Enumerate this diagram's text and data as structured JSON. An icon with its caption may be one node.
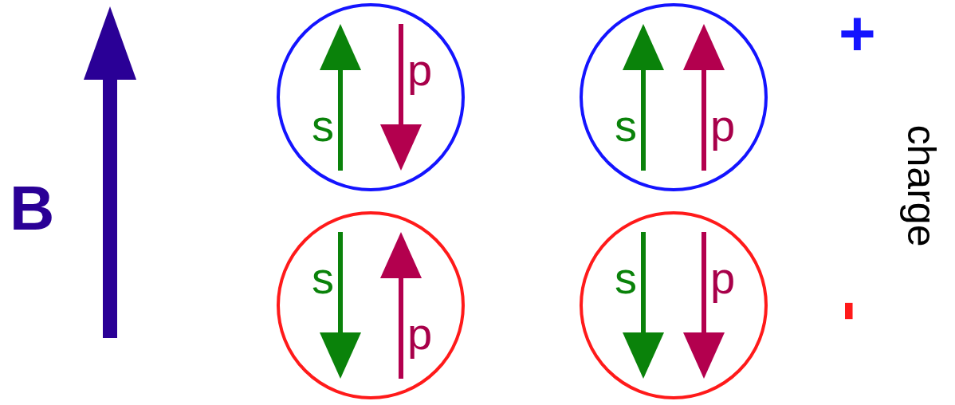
{
  "diagram": {
    "nodes": [
      {
        "text": [
          "s",
          "p"
        ]
      },
      {
        "text": [
          "s",
          "p"
        ]
      },
      {
        "text": [
          "s",
          "p"
        ]
      },
      {
        "text": [
          "s",
          "p"
        ]
      }
    ],
    "labels": [
      "B",
      "+",
      "charge",
      "-"
    ]
  }
}
